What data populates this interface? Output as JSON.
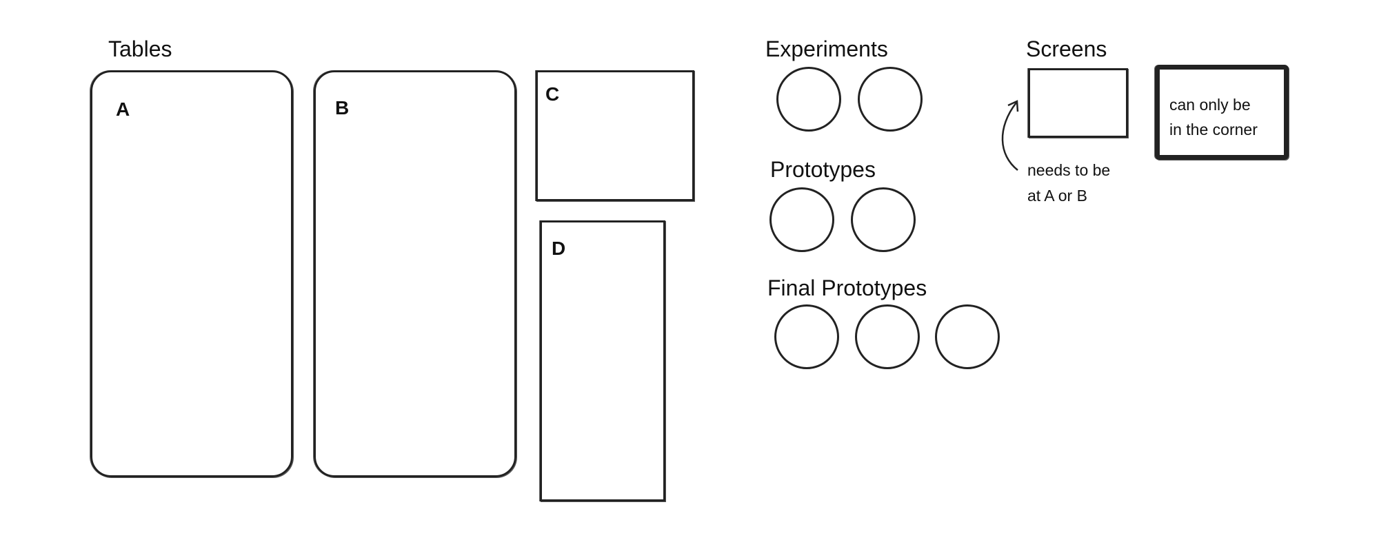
{
  "tables": {
    "title": "Tables",
    "items": [
      {
        "label": "A"
      },
      {
        "label": "B"
      },
      {
        "label": "C"
      },
      {
        "label": "D"
      }
    ]
  },
  "experiments": {
    "title": "Experiments",
    "count": 2
  },
  "prototypes": {
    "title": "Prototypes",
    "count": 2
  },
  "final_prototypes": {
    "title": "Final Prototypes",
    "count": 3
  },
  "screens": {
    "title": "Screens",
    "note_line1": "needs to be",
    "note_line2": "at A or B",
    "corner_line1": "can only be",
    "corner_line2": "in the corner"
  }
}
